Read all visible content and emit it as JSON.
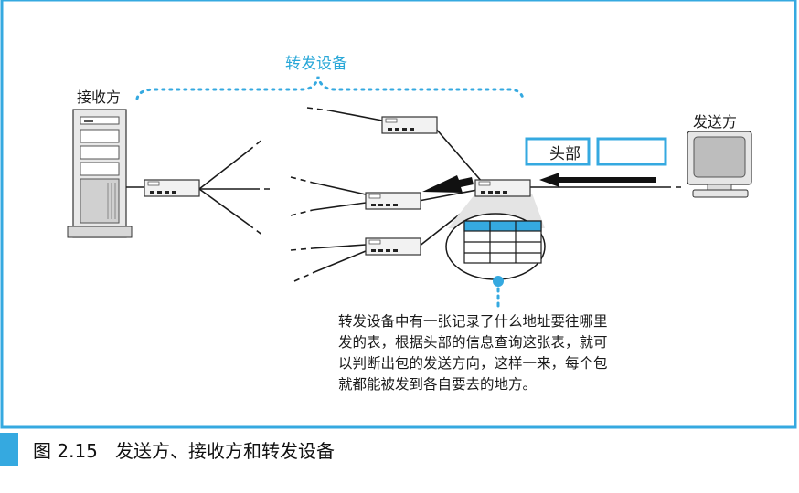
{
  "labels": {
    "forwarding_device": "转发设备",
    "receiver": "接收方",
    "sender": "发送方",
    "header": "头部"
  },
  "description": [
    "转发设备中有一张记录了什么地址要往哪里",
    "发的表，根据头部的信息查询这张表，就可",
    "以判断出包的发送方向，这样一来，每个包",
    "就都能被发到各自要去的地方。"
  ],
  "caption": {
    "number": "图 2.15",
    "title": "发送方、接收方和转发设备"
  },
  "colors": {
    "accent": "#35a9e0",
    "frame": "#35a9e0",
    "line": "#1a1a1a"
  }
}
